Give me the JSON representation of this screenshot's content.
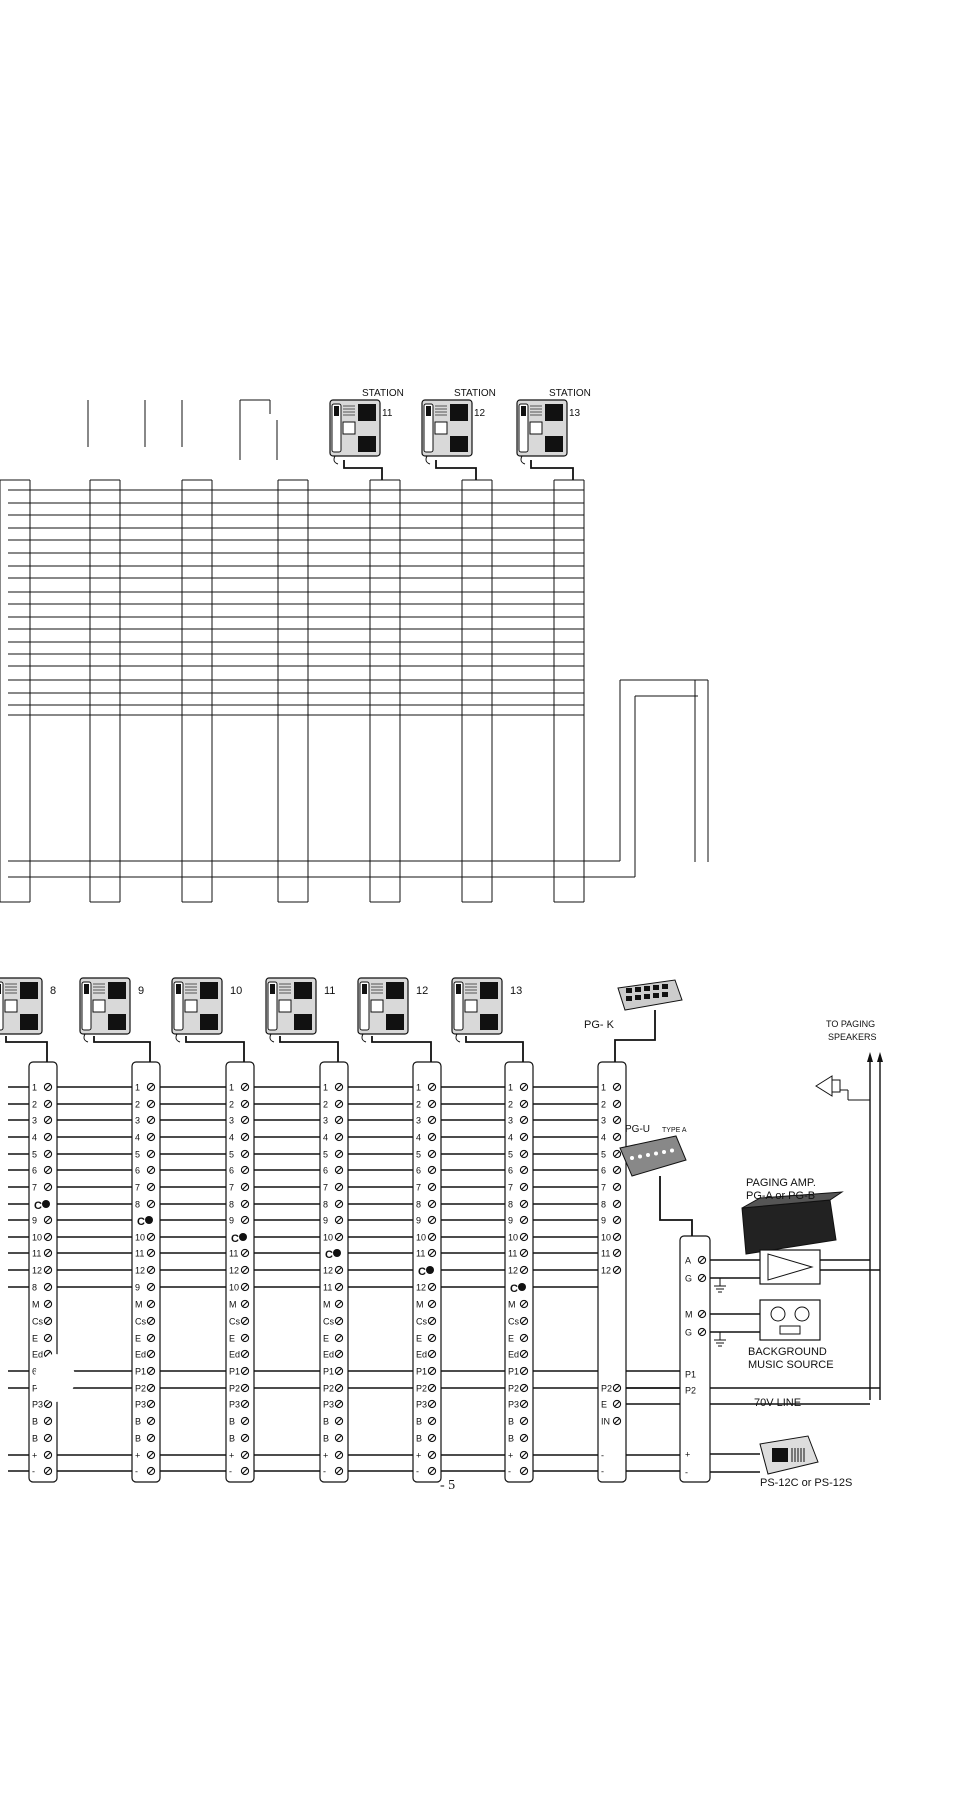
{
  "top": {
    "stations": [
      {
        "caption": "STATION",
        "number": "11"
      },
      {
        "caption": "STATION",
        "number": "12"
      },
      {
        "caption": "STATION",
        "number": "13"
      }
    ]
  },
  "bottom": {
    "station_numbers": [
      "8",
      "9",
      "10",
      "11",
      "12",
      "13"
    ],
    "terminal_columns": [
      [
        "1",
        "2",
        "3",
        "4",
        "5",
        "6",
        "7",
        "C",
        "9",
        "10",
        "11",
        "12",
        "8",
        "M",
        "Cs",
        "E",
        "Ed",
        "6",
        "P",
        "P3",
        "B",
        "B",
        "+",
        "-"
      ],
      [
        "1",
        "2",
        "3",
        "4",
        "5",
        "6",
        "7",
        "8",
        "C",
        "10",
        "11",
        "12",
        "9",
        "M",
        "Cs",
        "E",
        "Ed",
        "P1",
        "P2",
        "P3",
        "B",
        "B",
        "+",
        "-"
      ],
      [
        "1",
        "2",
        "3",
        "4",
        "5",
        "6",
        "7",
        "8",
        "9",
        "C",
        "11",
        "12",
        "10",
        "M",
        "Cs",
        "E",
        "Ed",
        "P1",
        "P2",
        "P3",
        "B",
        "B",
        "+",
        "-"
      ],
      [
        "1",
        "2",
        "3",
        "4",
        "5",
        "6",
        "7",
        "8",
        "9",
        "10",
        "C",
        "12",
        "11",
        "M",
        "Cs",
        "E",
        "Ed",
        "P1",
        "P2",
        "P3",
        "B",
        "B",
        "+",
        "-"
      ],
      [
        "1",
        "2",
        "3",
        "4",
        "5",
        "6",
        "7",
        "8",
        "9",
        "10",
        "11",
        "C",
        "12",
        "M",
        "Cs",
        "E",
        "Ed",
        "P1",
        "P2",
        "P3",
        "B",
        "B",
        "+",
        "-"
      ],
      [
        "1",
        "2",
        "3",
        "4",
        "5",
        "6",
        "7",
        "8",
        "9",
        "10",
        "11",
        "12",
        "C",
        "M",
        "Cs",
        "E",
        "Ed",
        "P1",
        "P2",
        "P3",
        "B",
        "B",
        "+",
        "-"
      ]
    ],
    "pgk_terminals": [
      "1",
      "2",
      "3",
      "4",
      "5",
      "6",
      "7",
      "8",
      "9",
      "10",
      "11",
      "12",
      "P2",
      "E",
      "IN",
      "-",
      "-"
    ],
    "connector_terminals": [
      "A",
      "G",
      "M",
      "G",
      "P1",
      "P2",
      "+",
      "-"
    ],
    "labels": {
      "pg_k": "PG- K",
      "pg_u": "PG-U",
      "type_a": "TYPE A",
      "to_paging": "TO PAGING",
      "speakers": "SPEAKERS",
      "paging_amp": "PAGING AMP.",
      "paging_amp_models": "PG-A or PG-B",
      "background": "BACKGROUND",
      "music_source": "MUSIC SOURCE",
      "line_70v": "70V LINE",
      "power_supply": "PS-12C or PS-12S",
      "page_number": "- 5"
    }
  }
}
